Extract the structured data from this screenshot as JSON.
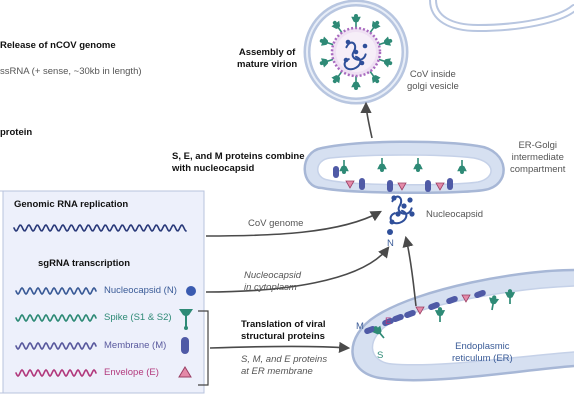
{
  "top_left": {
    "release_label": "Release of nCOV genome",
    "ssrna_label": "ssRNA (+ sense, ~30kb in length)",
    "protein_fragment": "protein"
  },
  "golgi": {
    "assembly_label": "Assembly of\nmature virion",
    "golgi_vesicle_label": "CoV inside\ngolgi vesicle"
  },
  "ergic": {
    "combine_label": "S, E, and M proteins combine\nwith nucleocapsid",
    "compartment_label": "ER-Golgi\nintermediate\ncompartment",
    "nucleocapsid_label": "Nucleocapsid",
    "n_label": "N"
  },
  "panel": {
    "replication_title": "Genomic RNA replication",
    "sgrna_title": "sgRNA transcription",
    "items": [
      {
        "label": "Nucleocapsid (N)",
        "color": "#3a5b97"
      },
      {
        "label": "Spike (S1 & S2)",
        "color": "#2e8a76"
      },
      {
        "label": "Membrane (M)",
        "color": "#5a5a9e"
      },
      {
        "label": "Envelope (E)",
        "color": "#b23a7d"
      }
    ]
  },
  "arrows": {
    "cov_genome": "CoV genome",
    "nucleocapsid_cytoplasm": "Nucleocapsid\nin cytoplasm",
    "translation_title": "Translation of viral\nstructural proteins",
    "sme_membrane": "S, M, and E proteins\nat ER membrane"
  },
  "er": {
    "m_label": "M",
    "e_label": "E",
    "s_label": "S",
    "er_label": "Endoplasmic\nreticulum (ER)"
  },
  "colors": {
    "membrane_fill": "#d9e2f2",
    "membrane_stroke": "#9aaccc",
    "panel_fill": "#edf0fb",
    "spike": "#2e8a76",
    "membrane_protein": "#4f5aa6",
    "envelope": "#e48aa8",
    "nucleocapsid": "#2f4f9a"
  }
}
